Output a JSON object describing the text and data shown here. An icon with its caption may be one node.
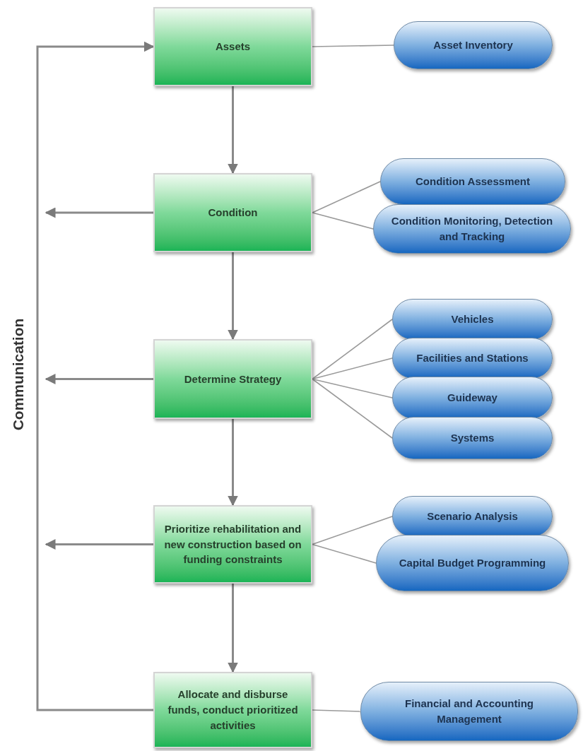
{
  "diagram": {
    "nodes": [
      {
        "text": [
          "Assets"
        ]
      },
      {
        "text": [
          "Asset Inventory"
        ]
      },
      {
        "text": [
          "Condition"
        ]
      },
      {
        "text": [
          "Condition Assessment"
        ]
      },
      {
        "text": [
          "Condition Monitoring, Detection and Tracking"
        ]
      },
      {
        "text": [
          "Determine Strategy"
        ]
      },
      {
        "text": [
          "Vehicles"
        ]
      },
      {
        "text": [
          "Facilities and Stations"
        ]
      },
      {
        "text": [
          "Guideway"
        ]
      },
      {
        "text": [
          "Systems"
        ]
      },
      {
        "text": [
          "Prioritize rehabilitation and new construction based on funding constraints"
        ]
      },
      {
        "text": [
          "Scenario Analysis"
        ]
      },
      {
        "text": [
          "Capital Budget Programming"
        ]
      },
      {
        "text": [
          "Allocate and disburse funds, conduct prioritized activities"
        ]
      },
      {
        "text": [
          "Financial and Accounting Management"
        ]
      }
    ],
    "edges": [
      {
        "from": 0,
        "to": 1,
        "arrow": "none"
      },
      {
        "from": 0,
        "to": 2,
        "arrow": "to"
      },
      {
        "from": 2,
        "to": 3,
        "arrow": "none"
      },
      {
        "from": 2,
        "to": 4,
        "arrow": "none"
      },
      {
        "from": 2,
        "to": null,
        "arrow": "to"
      },
      {
        "from": 2,
        "to": 5,
        "arrow": "to"
      },
      {
        "from": 5,
        "to": 6,
        "arrow": "none"
      },
      {
        "from": 5,
        "to": 7,
        "arrow": "none"
      },
      {
        "from": 5,
        "to": 8,
        "arrow": "none"
      },
      {
        "from": 5,
        "to": 9,
        "arrow": "none"
      },
      {
        "from": 5,
        "to": null,
        "arrow": "to"
      },
      {
        "from": 5,
        "to": 10,
        "arrow": "to"
      },
      {
        "from": 10,
        "to": 11,
        "arrow": "none"
      },
      {
        "from": 10,
        "to": 12,
        "arrow": "none"
      },
      {
        "from": 10,
        "to": null,
        "arrow": "to"
      },
      {
        "from": 10,
        "to": 13,
        "arrow": "to"
      },
      {
        "from": 13,
        "to": 14,
        "arrow": "none"
      },
      {
        "from": 13,
        "to": 0,
        "arrow": "to"
      }
    ],
    "labels": [
      "Communication"
    ]
  }
}
